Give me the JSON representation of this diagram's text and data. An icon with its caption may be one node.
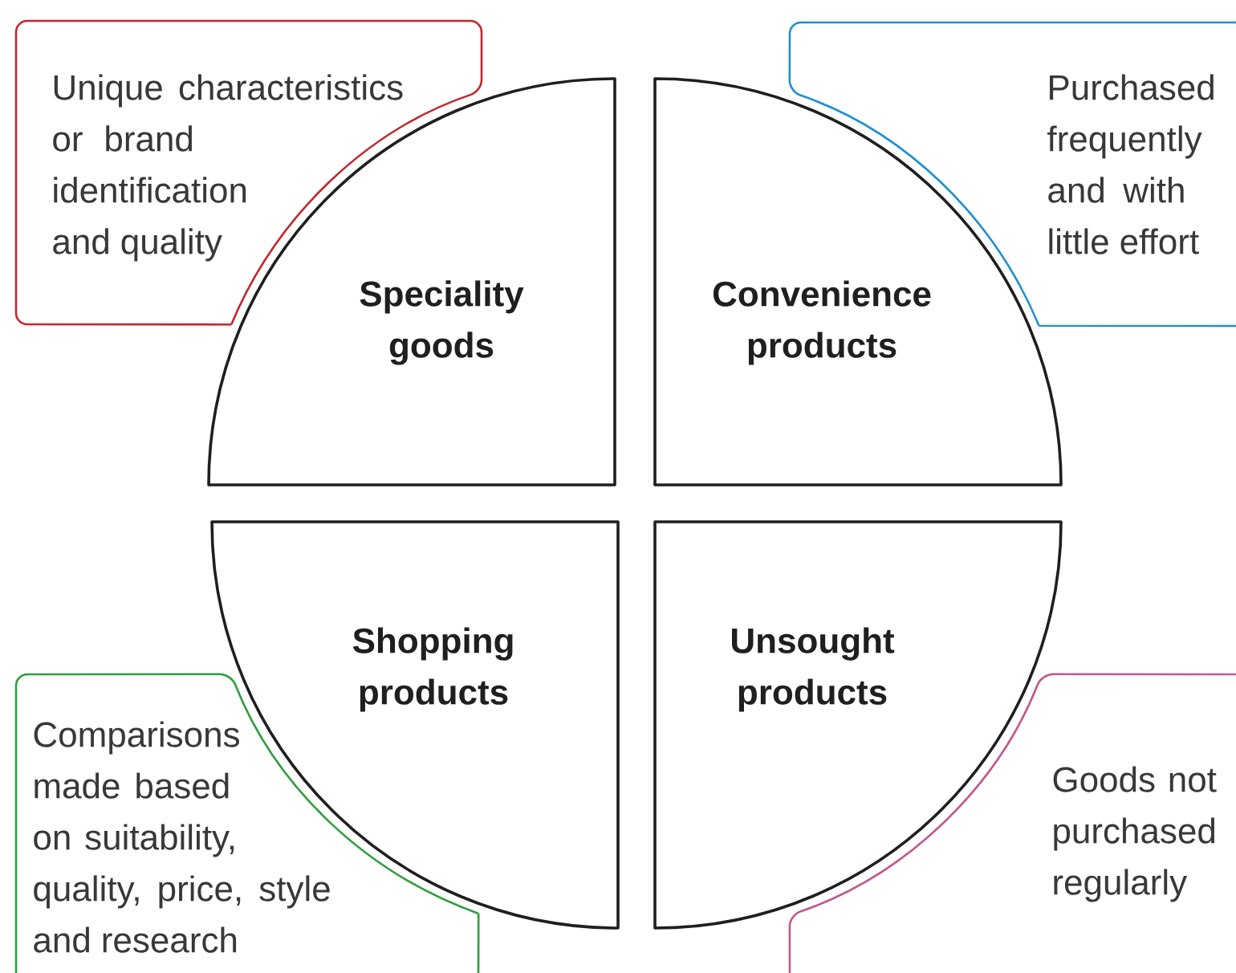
{
  "diagram": {
    "nodes": [
      {
        "text": [
          "Unique characteristics or brand identification and quality"
        ]
      },
      {
        "text": [
          "Speciality goods"
        ]
      },
      {
        "text": [
          "Convenience products"
        ]
      },
      {
        "text": [
          "Purchased frequently and with little effort"
        ]
      },
      {
        "text": [
          "Shopping products"
        ]
      },
      {
        "text": [
          "Unsought products"
        ]
      },
      {
        "text": [
          "Comparisons made based on suitability, quality, price, style and research"
        ]
      },
      {
        "text": [
          "Goods not purchased regularly"
        ]
      }
    ]
  }
}
